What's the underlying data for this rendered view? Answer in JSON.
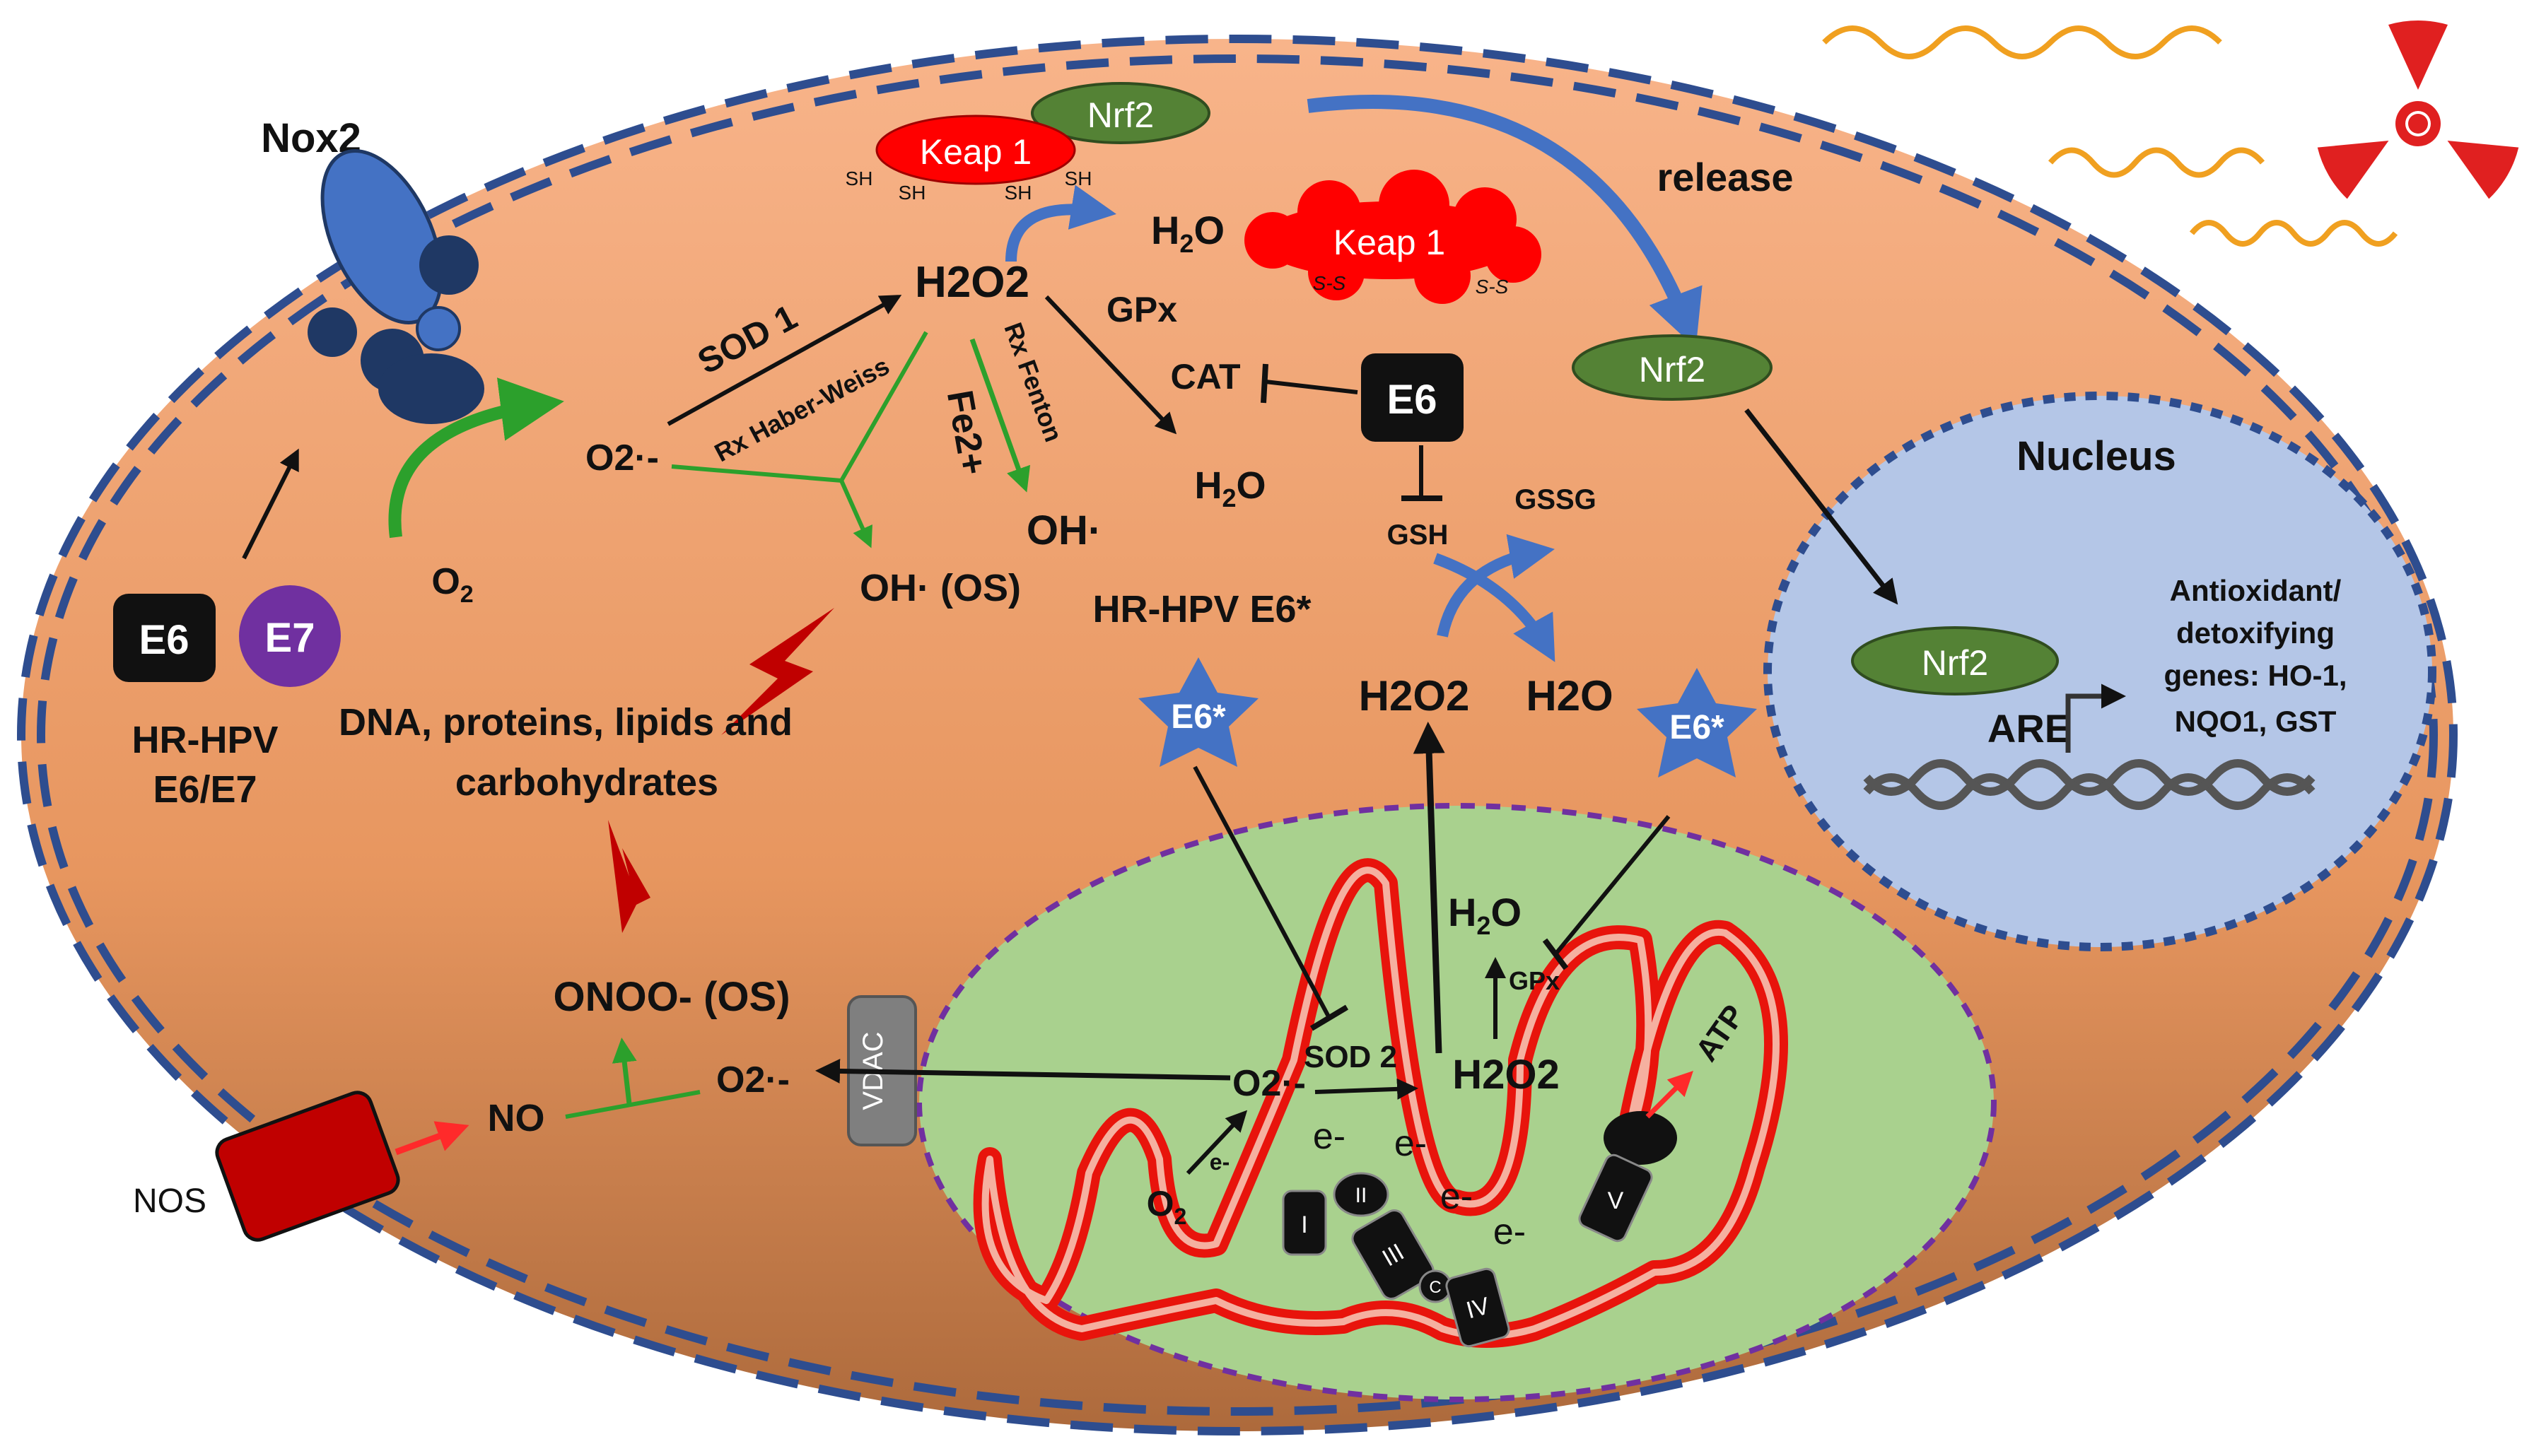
{
  "labels": {
    "nox2": "Nox2",
    "keap1_top": "Keap 1",
    "keap1_ox": "Keap 1",
    "nrf2_top": "Nrf2",
    "nrf2_mid": "Nrf2",
    "nrf2_nucleus": "Nrf2",
    "release": "release",
    "sh1": "SH",
    "sh2": "SH",
    "sh3": "SH",
    "sh4": "SH",
    "ss1": "S-S",
    "ss2": "S-S",
    "h2o_keap": "H2O",
    "h2o2_main": "H2O2",
    "sod1": "SOD 1",
    "rx_haber": "Rx Haber-Weiss",
    "rx_fenton": "Rx Fenton",
    "fe": "Fe2+",
    "gpx_top": "GPx",
    "cat": "CAT",
    "e6_center": "E6",
    "h2o_gpx": "H2O",
    "o2_radical": "O2·-",
    "oh_right": "OH·",
    "oh_os": "OH· (OS)",
    "o2_left": "O2",
    "e6_box": "E6",
    "e7_circle": "E7",
    "hrhpv_1": "HR-HPV",
    "hrhpv_2": "E6/E7",
    "biomolecules_1": "DNA, proteins, lipids and",
    "biomolecules_2": "carbohydrates",
    "hrhpv_e6star": "HR-HPV E6*",
    "e6star_left": "E6*",
    "e6star_right": "E6*",
    "gsh": "GSH",
    "gssg": "GSSG",
    "h2o2_cycle": "H2O2",
    "h2o_cycle": "H2O",
    "nucleus": "Nucleus",
    "antioxidant_1": "Antioxidant/",
    "antioxidant_2": "detoxifying",
    "antioxidant_3": "genes: HO-1,",
    "antioxidant_4": "NQO1, GST",
    "are": "ARE",
    "onoo": "ONOO- (OS)",
    "no": "NO",
    "nos": "NOS",
    "o2_radical_cyto": "O2·-",
    "vdac": "VDAC",
    "o2_radical_mito": "O2·-",
    "sod2": "SOD 2",
    "h2o2_mito": "H2O2",
    "h2o_mito": "H2O",
    "gpx_mito": "GPx",
    "atp": "ATP",
    "o2_mito": "O2",
    "e_small": "e-",
    "e1": "e-",
    "e2": "e-",
    "e3": "e-",
    "e4": "e-",
    "complex_1": "I",
    "complex_2": "II",
    "complex_3": "III",
    "complex_c": "C",
    "complex_4": "IV",
    "complex_5": "V"
  },
  "colors": {
    "cytoplasm_top": "#f6ad7e",
    "cytoplasm_bottom": "#b8733e",
    "membrane": "#2e4d8f",
    "nucleus": "#b4c6e7",
    "nucleus_border": "#2e4d8f",
    "mito_fill": "#a9d18e",
    "mito_border": "#7030a0",
    "cristae": "#e8140c",
    "keap": "#ff0000",
    "nrf2": "#548235",
    "e6": "#111111",
    "e7": "#7030a0",
    "star": "#4472c4",
    "nos": "#c00000",
    "green_arrow": "#2ca02c",
    "blue_arrow": "#4472c4",
    "radiation": "#e02020",
    "wave": "#f0a020"
  },
  "icons": {
    "radiation": "radiation-hazard-icon",
    "uv_waves": "uv-wave-icon",
    "lightning": "lightning-damage-icon",
    "dna": "dna-helix-icon"
  }
}
